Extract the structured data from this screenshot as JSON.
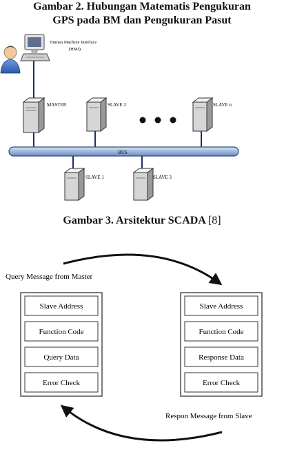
{
  "captions": {
    "fig2_line1": "Gambar 2. Hubungan Matematis Pengukuran",
    "fig2_line2": "GPS pada BM dan Pengukuran Pasut",
    "fig3_text": "Gambar 3. Arsitektur SCADA",
    "fig3_ref": "[8]"
  },
  "scada": {
    "hmi_line1": "Human Machine Interface",
    "hmi_line2": "(HMI)",
    "master": "MASTER",
    "slave2": "SLAVE 2",
    "slaven": "SLAVE n",
    "bus": "BUS",
    "slave1": "SLAVE 1",
    "slave3": "SLAVE 3"
  },
  "modbus": {
    "query_label": "Query Message from Master",
    "response_label": "Respon Message from Slave",
    "query_fields": [
      "Slave Address",
      "Function Code",
      "Query Data",
      "Error Check"
    ],
    "response_fields": [
      "Slave Address",
      "Function Code",
      "Response Data",
      "Error Check"
    ]
  }
}
